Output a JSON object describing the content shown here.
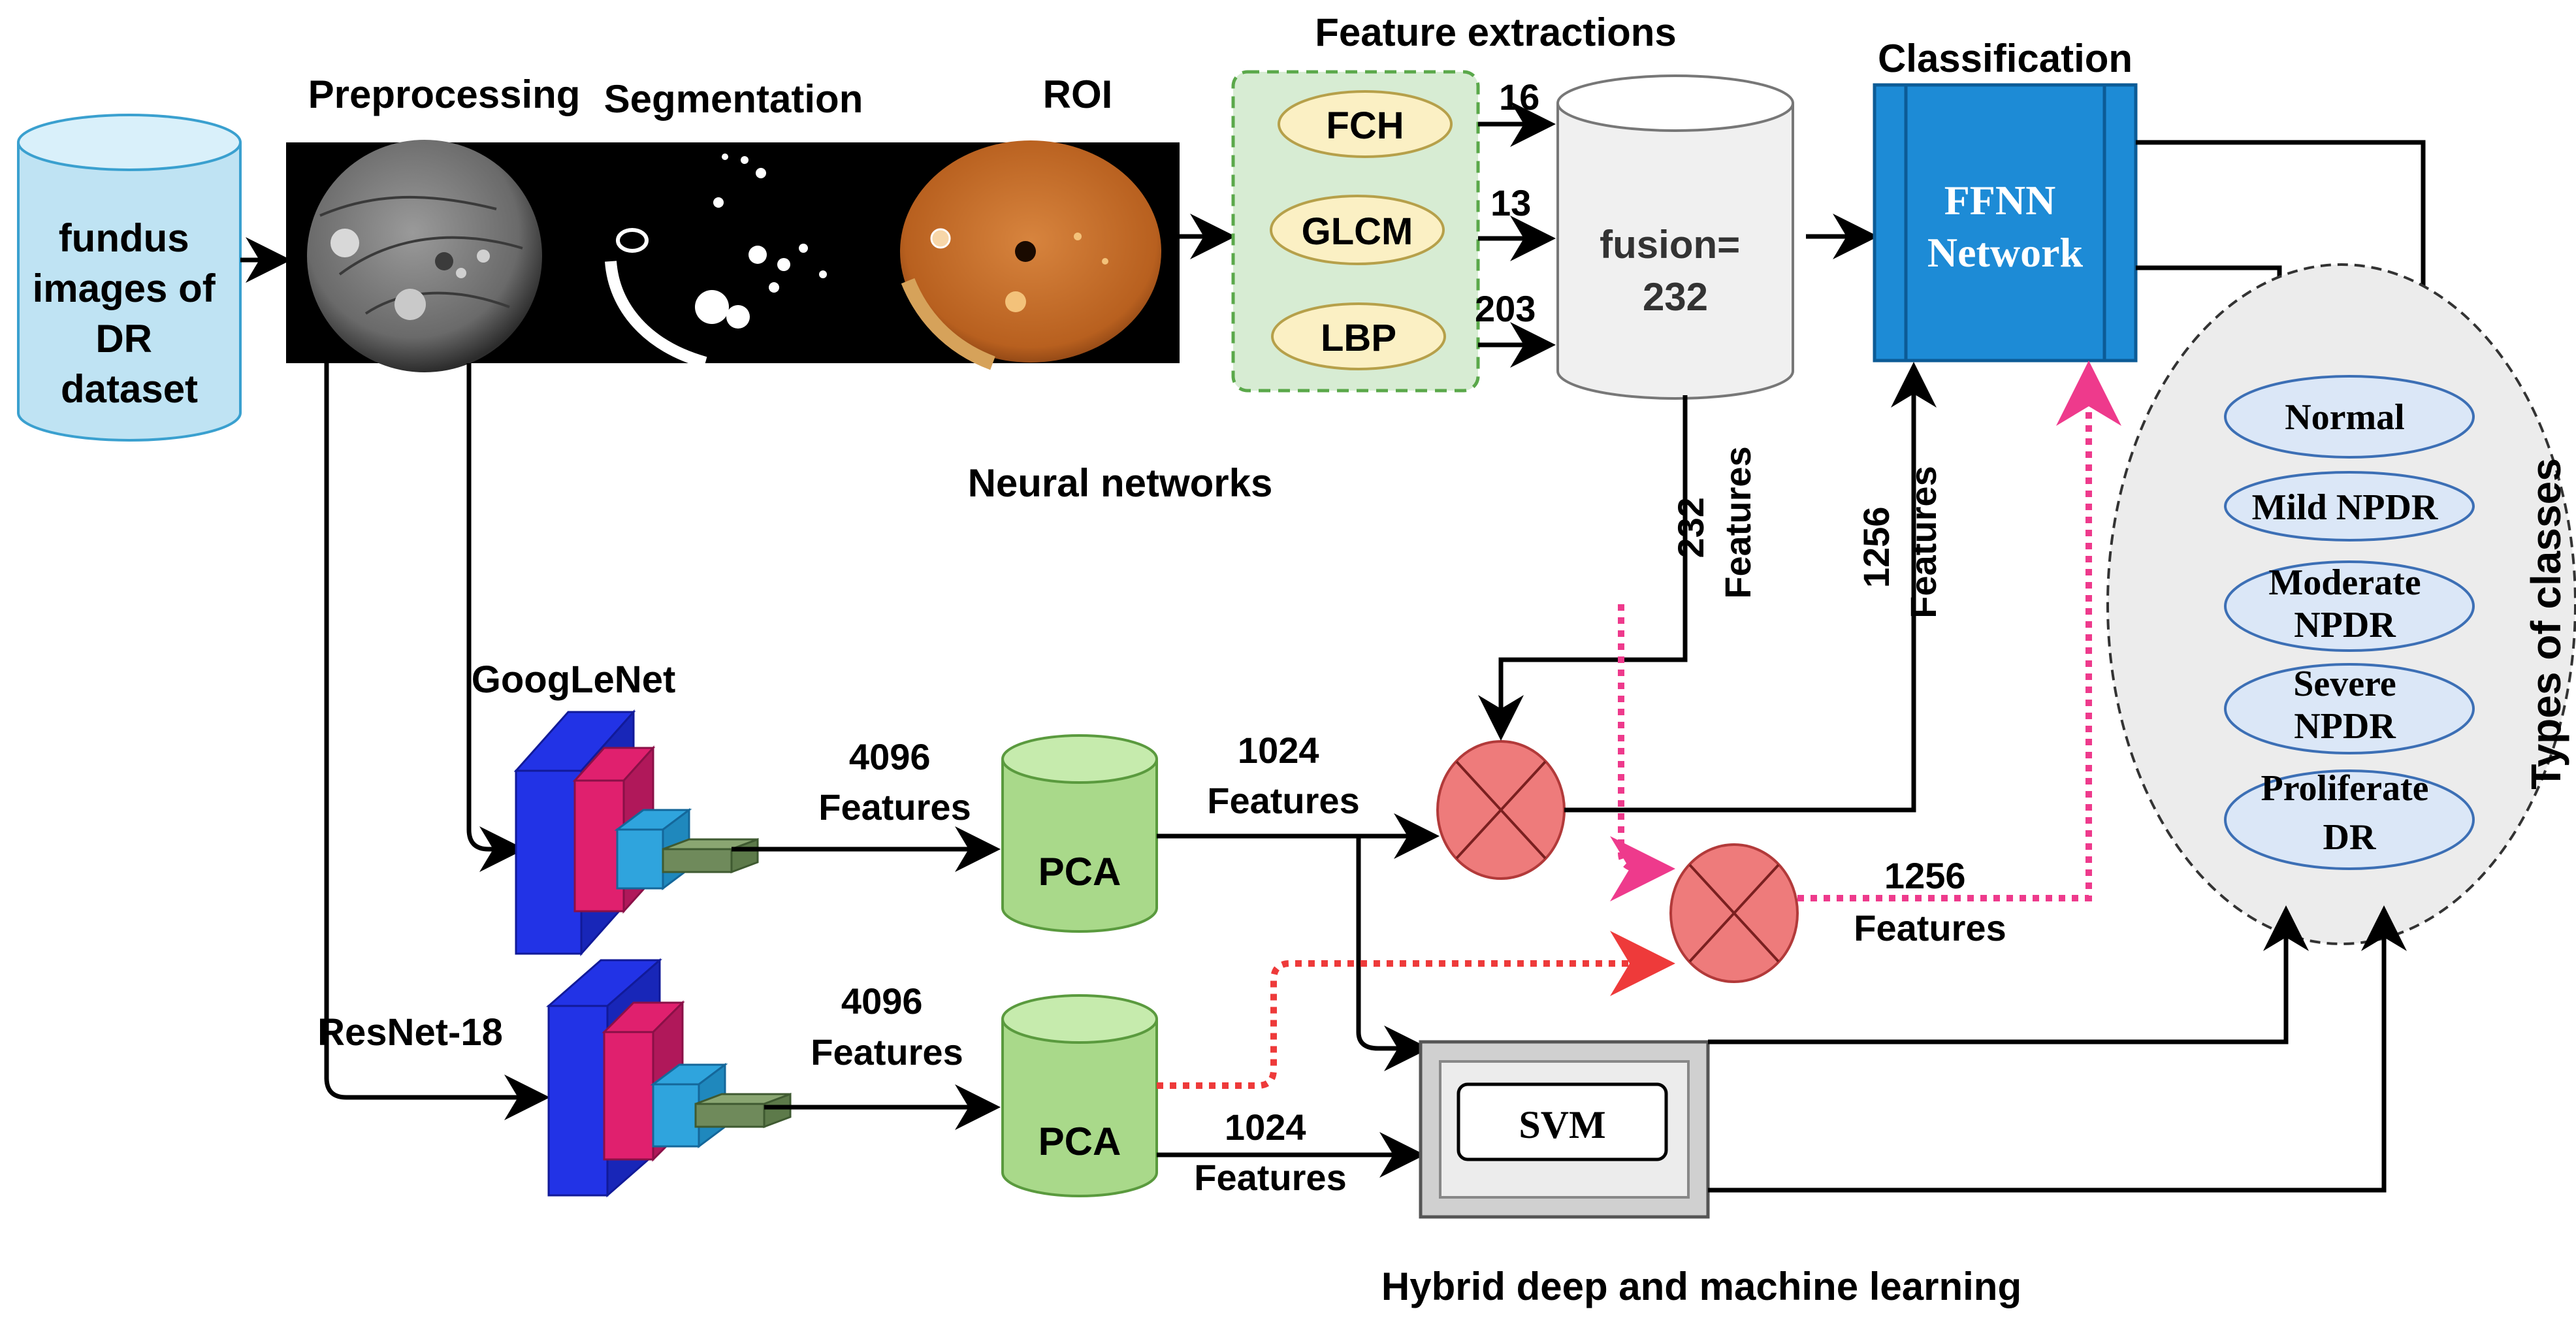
{
  "colors": {
    "line": "#000000",
    "cylinder_blue": "#bfe3f3",
    "cylinder_grey": "#f0f0f0",
    "pca_green": "#a9d98a",
    "feature_box_green": "#d7ecd3",
    "feature_pill": "#fbf0c4",
    "ffnn_blue": "#1d8bd6",
    "class_pill": "#dbe7f7",
    "classes_ellipse": "#ececec",
    "fusion_circle": "#ee7b7b",
    "pink_dotted": "#ee3a8c",
    "red_dotted": "#ee3a3a",
    "cnn_blue": "#2233e6",
    "cnn_pink": "#e0206e",
    "cnn_light_blue": "#2fa4dd",
    "cnn_green": "#6f8a5b"
  },
  "dataset": {
    "lines": [
      "fundus",
      "images of",
      "DR",
      "dataset"
    ]
  },
  "stages": {
    "preprocessing": "Preprocessing",
    "segmentation": "Segmentation",
    "roi": "ROI",
    "feature_extractions": "Feature extractions",
    "classification": "Classification",
    "neural_networks": "Neural networks",
    "hybrid": "Hybrid deep and machine learning"
  },
  "features": {
    "items": [
      "FCH",
      "GLCM",
      "LBP"
    ],
    "counts": [
      "16",
      "13",
      "203"
    ]
  },
  "fusion": {
    "lines": [
      "fusion=",
      "232"
    ]
  },
  "ffnn": {
    "lines": [
      "FFNN",
      "Network"
    ]
  },
  "classes": {
    "title": "Types of classes",
    "items": [
      {
        "lines": [
          "Normal"
        ]
      },
      {
        "lines": [
          "Mild NPDR"
        ]
      },
      {
        "lines": [
          "Moderate",
          "NPDR"
        ]
      },
      {
        "lines": [
          "Severe",
          "NPDR"
        ]
      },
      {
        "lines": [
          "Proliferate",
          "DR"
        ]
      }
    ]
  },
  "cnn": {
    "googlenet": "GoogLeNet",
    "resnet": "ResNet-18"
  },
  "pca_label": "PCA",
  "svm_label": "SVM",
  "edge_labels": {
    "googlenet_features": [
      "4096",
      "Features"
    ],
    "resnet_features": [
      "4096",
      "Features"
    ],
    "pca1_features": [
      "1024",
      "Features"
    ],
    "pca2_features": [
      "1024",
      "Features"
    ],
    "fusion_vertical": [
      "232",
      "Features"
    ],
    "to_ffnn_vertical": [
      "1256",
      "Features"
    ],
    "to_ffnn_dotted": [
      "1256",
      "Features"
    ]
  }
}
